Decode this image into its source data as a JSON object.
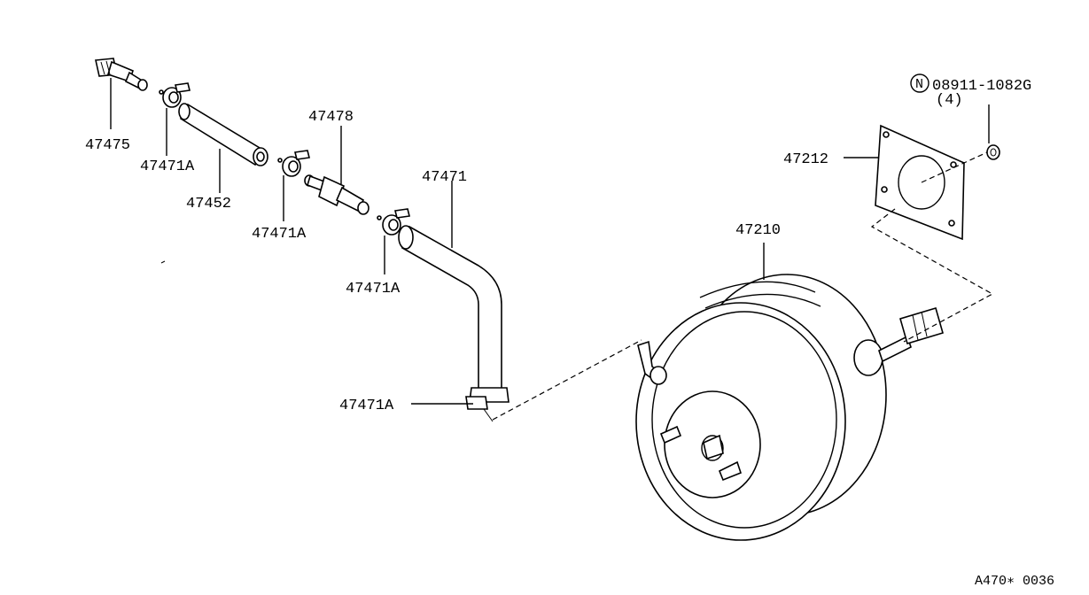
{
  "labels": {
    "p47475": "47475",
    "p47471A_1": "47471A",
    "p47452": "47452",
    "p47471A_2": "47471A",
    "p47478": "47478",
    "p47471": "47471",
    "p47471A_3": "47471A",
    "p47471A_4": "47471A",
    "p47210": "47210",
    "p47212": "47212",
    "nut_code": "08911-1082G",
    "nut_qty": "(4)",
    "nut_marker": "N"
  },
  "footer": {
    "diagram_code": "A470∗ 0036"
  }
}
